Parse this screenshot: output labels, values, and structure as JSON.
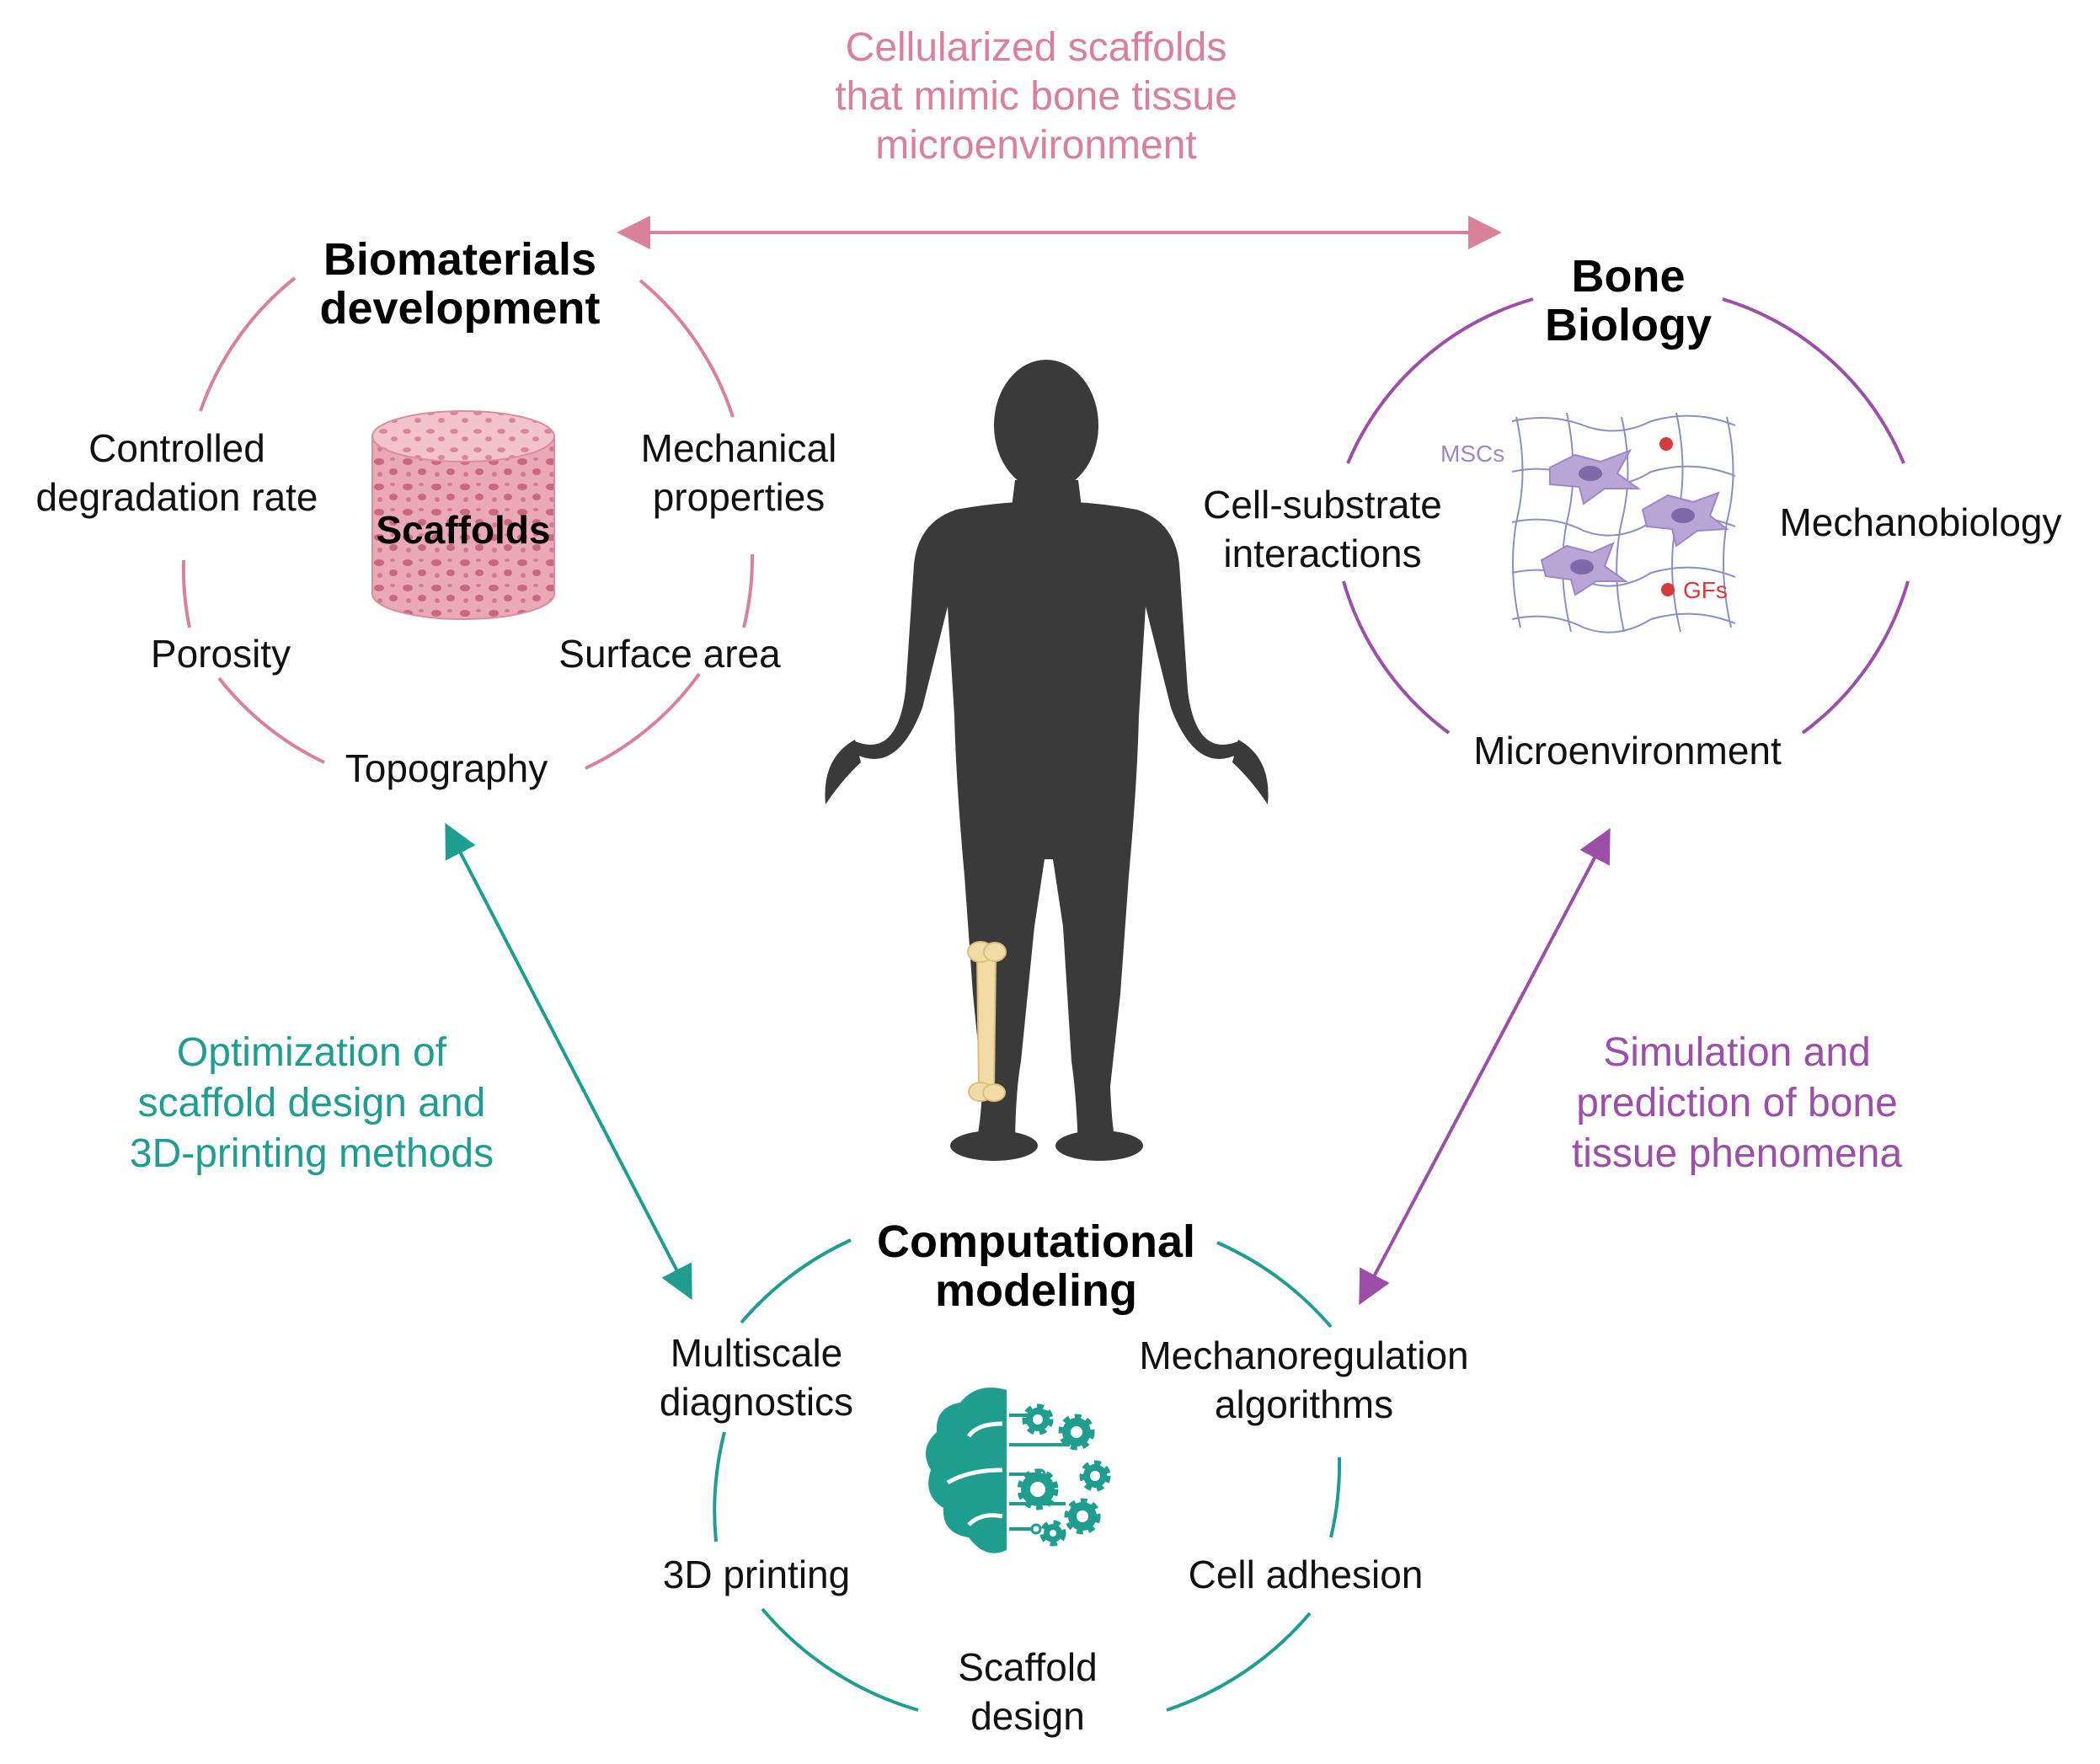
{
  "colors": {
    "pink": "#d9809a",
    "purple": "#9b4fa8",
    "teal": "#1f9e8f",
    "silhouette": "#3a3a3a",
    "bone": "#f2dca6",
    "scaffold": "#e8a5b3",
    "cell": "#b9a6d6",
    "gf_dot": "#d63a3a",
    "teal_icon": "#1f9e8f"
  },
  "top_link": {
    "lines": [
      "Cellularized scaffolds",
      "that mimic bone tissue",
      "microenvironment"
    ]
  },
  "left_link": {
    "lines": [
      "Optimization of",
      "scaffold design and",
      "3D-printing methods"
    ]
  },
  "right_link": {
    "lines": [
      "Simulation and",
      "prediction of bone",
      "tissue phenomena"
    ]
  },
  "biomaterials": {
    "title": [
      "Biomaterials",
      "development"
    ],
    "controlled": [
      "Controlled",
      "degradation rate"
    ],
    "mechanical": [
      "Mechanical",
      "properties"
    ],
    "porosity": "Porosity",
    "surface_area": "Surface area",
    "topography": "Topography",
    "scaffolds": "Scaffolds"
  },
  "bone_biology": {
    "title": [
      "Bone",
      "Biology"
    ],
    "cell_substrate": [
      "Cell-substrate",
      "interactions"
    ],
    "mechanobiology": "Mechanobiology",
    "microenvironment": "Microenvironment",
    "mscs": "MSCs",
    "gfs": "GFs"
  },
  "computational": {
    "title": [
      "Computational",
      "modeling"
    ],
    "multiscale": [
      "Multiscale",
      "diagnostics"
    ],
    "mechanoregulation": [
      "Mechanoregulation",
      "algorithms"
    ],
    "printing": "3D printing",
    "adhesion": "Cell adhesion",
    "design": [
      "Scaffold",
      "design"
    ]
  }
}
